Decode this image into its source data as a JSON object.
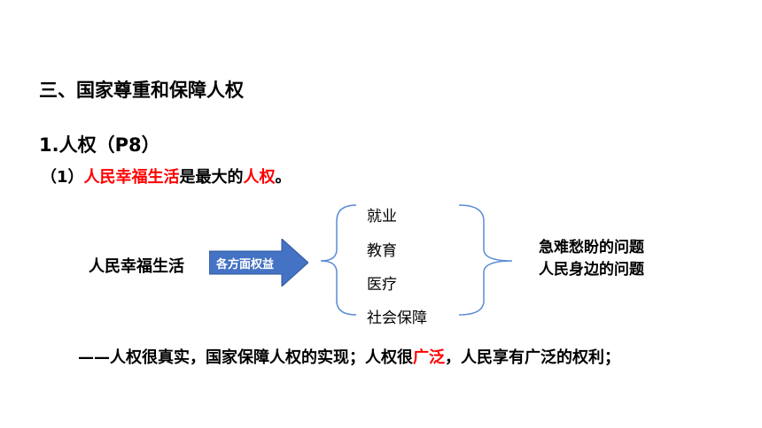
{
  "section_title": "三、国家尊重和保障人权",
  "subtitle": "1.人权（P8）",
  "point1": {
    "prefix": "（1）",
    "red1": "人民幸福生活",
    "mid": "是最大的",
    "red2": "人权",
    "suffix": "。"
  },
  "diagram": {
    "left_label": "人民幸福生活",
    "arrow_label": "各方面权益",
    "items": [
      "就业",
      "教育",
      "医疗",
      "社会保障"
    ],
    "right_lines": [
      "急难愁盼的问题",
      "人民身边的问题"
    ]
  },
  "conclusion": {
    "part1": "——人权很真实，国家保障人权的实现；人权很",
    "red": "广泛",
    "part2": "，人民享有广泛的权利；"
  },
  "colors": {
    "arrow": "#4472c4",
    "accent": "#ff0000",
    "bracket": "#5b8bd6"
  }
}
